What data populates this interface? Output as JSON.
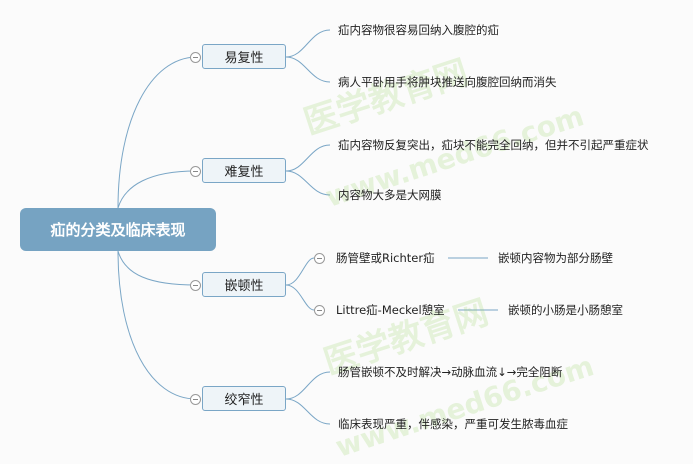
{
  "root": {
    "label": "疝的分类及临床表现"
  },
  "branches": [
    {
      "label": "易复性",
      "leaves": [
        "疝内容物很容易回纳入腹腔的疝",
        "病人平卧用手将肿块推送向腹腔回纳而消失"
      ]
    },
    {
      "label": "难复性",
      "leaves": [
        "疝内容物反复突出，疝块不能完全回纳，但并不引起严重症状",
        "内容物大多是大网膜"
      ]
    },
    {
      "label": "嵌顿性",
      "leaves": [
        "肠管壁或Richter疝",
        "Littre疝-Meckel憩室"
      ],
      "details": [
        "嵌顿内容物为部分肠壁",
        "嵌顿的小肠是小肠憩室"
      ]
    },
    {
      "label": "绞窄性",
      "leaves": [
        "肠管嵌顿不及时解决→动脉血流↓→完全阻断",
        "临床表现严重，伴感染，严重可发生脓毒血症"
      ]
    }
  ],
  "watermark": {
    "cn": "医学教育网",
    "url": "www.med66.com"
  },
  "colors": {
    "root": "#76a3c2",
    "line": "#7aa6c6"
  }
}
